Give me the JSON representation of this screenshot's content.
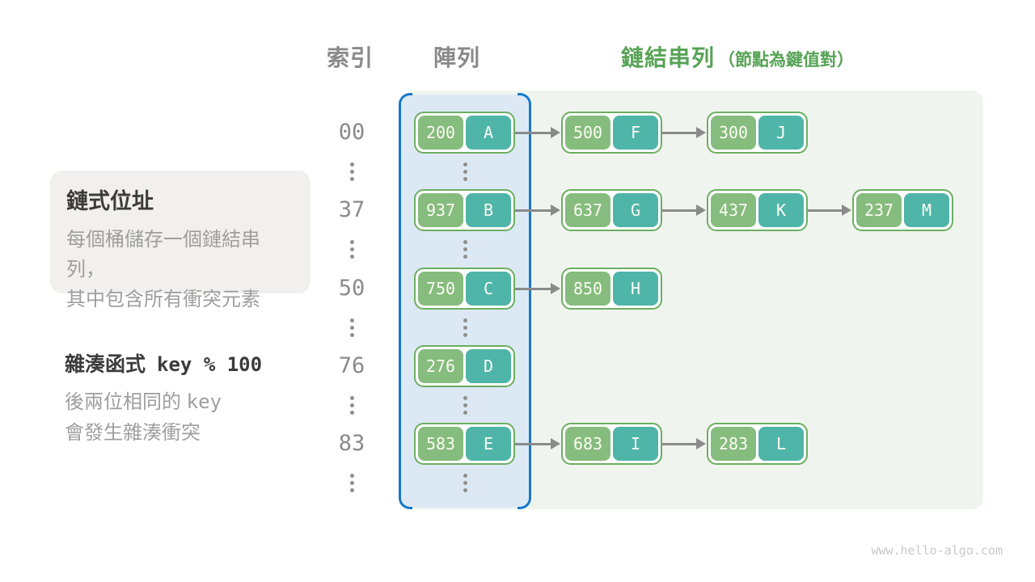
{
  "header": {
    "index_label": "索引",
    "array_label": "陣列",
    "list_label": "鏈結串列",
    "list_sublabel": "（節點為鍵值對）"
  },
  "info_box": {
    "title": "鏈式位址",
    "line1": "每個桶儲存一個鏈結串列，",
    "line2": "其中包含所有衝突元素"
  },
  "hash_note": {
    "title_prefix": "雜湊函式",
    "formula": "key % 100",
    "line1_text": "後兩位相同的",
    "line1_code": "key",
    "line2": "會發生雜湊衝突"
  },
  "watermark": "www.hello-algo.com",
  "colors": {
    "key_cell_green": "#86BC7D",
    "value_cell_teal": "#4FB5A9",
    "node_border_green": "#6CAE60",
    "array_panel_fill": "#DCE9F5",
    "array_bracket_blue": "#1878C8",
    "list_panel_fill": "#EFF5EE",
    "header_green": "#57A356",
    "gray_text": "#8A8A8A",
    "arrow_gray": "#8A8A8A"
  },
  "rows": [
    {
      "index": "00",
      "nodes": [
        {
          "key": "200",
          "value": "A"
        },
        {
          "key": "500",
          "value": "F"
        },
        {
          "key": "300",
          "value": "J"
        }
      ]
    },
    {
      "index": "37",
      "nodes": [
        {
          "key": "937",
          "value": "B"
        },
        {
          "key": "637",
          "value": "G"
        },
        {
          "key": "437",
          "value": "K"
        },
        {
          "key": "237",
          "value": "M"
        }
      ]
    },
    {
      "index": "50",
      "nodes": [
        {
          "key": "750",
          "value": "C"
        },
        {
          "key": "850",
          "value": "H"
        }
      ]
    },
    {
      "index": "76",
      "nodes": [
        {
          "key": "276",
          "value": "D"
        }
      ]
    },
    {
      "index": "83",
      "nodes": [
        {
          "key": "583",
          "value": "E"
        },
        {
          "key": "683",
          "value": "I"
        },
        {
          "key": "283",
          "value": "L"
        }
      ]
    }
  ]
}
